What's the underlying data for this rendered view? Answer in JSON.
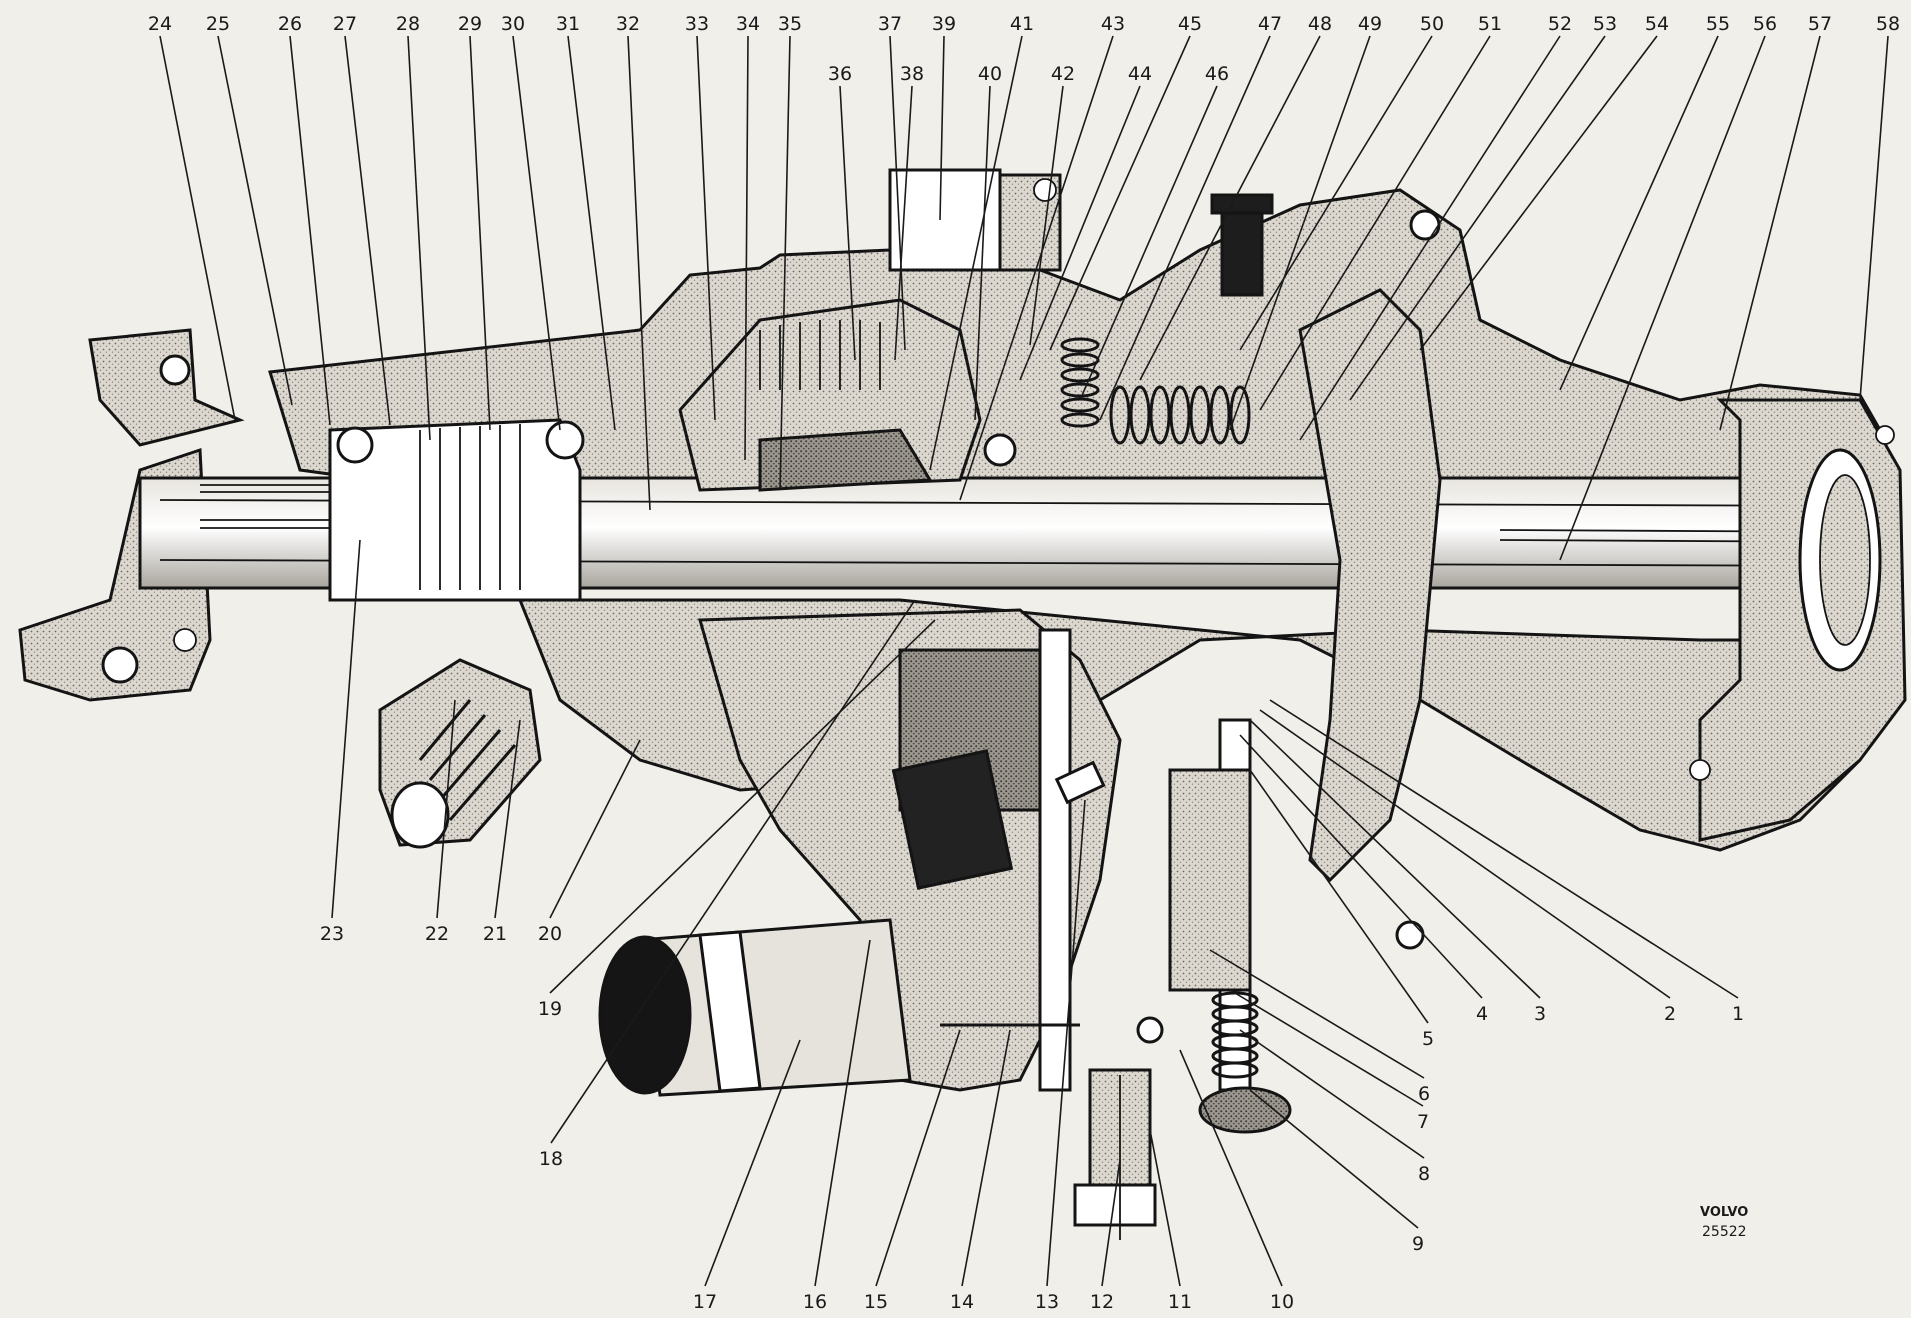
{
  "diagram": {
    "top_labels": [
      "24",
      "25",
      "26",
      "27",
      "28",
      "29",
      "30",
      "31",
      "32",
      "33",
      "34",
      "35",
      "37",
      "39",
      "41",
      "43",
      "45",
      "47",
      "48",
      "49",
      "50",
      "51",
      "52",
      "53",
      "54",
      "55",
      "56",
      "57",
      "58"
    ],
    "second_row_labels": [
      "36",
      "38",
      "40",
      "42",
      "44",
      "46"
    ],
    "left_bottom_labels": [
      "23",
      "22",
      "21",
      "20"
    ],
    "bottom_labels": [
      "17",
      "16",
      "15",
      "14",
      "13",
      "12",
      "11",
      "10"
    ],
    "diagonal_labels": [
      "19",
      "18"
    ],
    "right_labels": [
      "9",
      "8",
      "7",
      "6",
      "5",
      "4",
      "3",
      "2",
      "1"
    ],
    "stamp": {
      "brand": "VOLVO",
      "code": "25522"
    },
    "colors": {
      "ink": "#141414",
      "paper": "#f1efea",
      "shade": "#cfcbc3",
      "dark_shade": "#8d8a84"
    }
  }
}
